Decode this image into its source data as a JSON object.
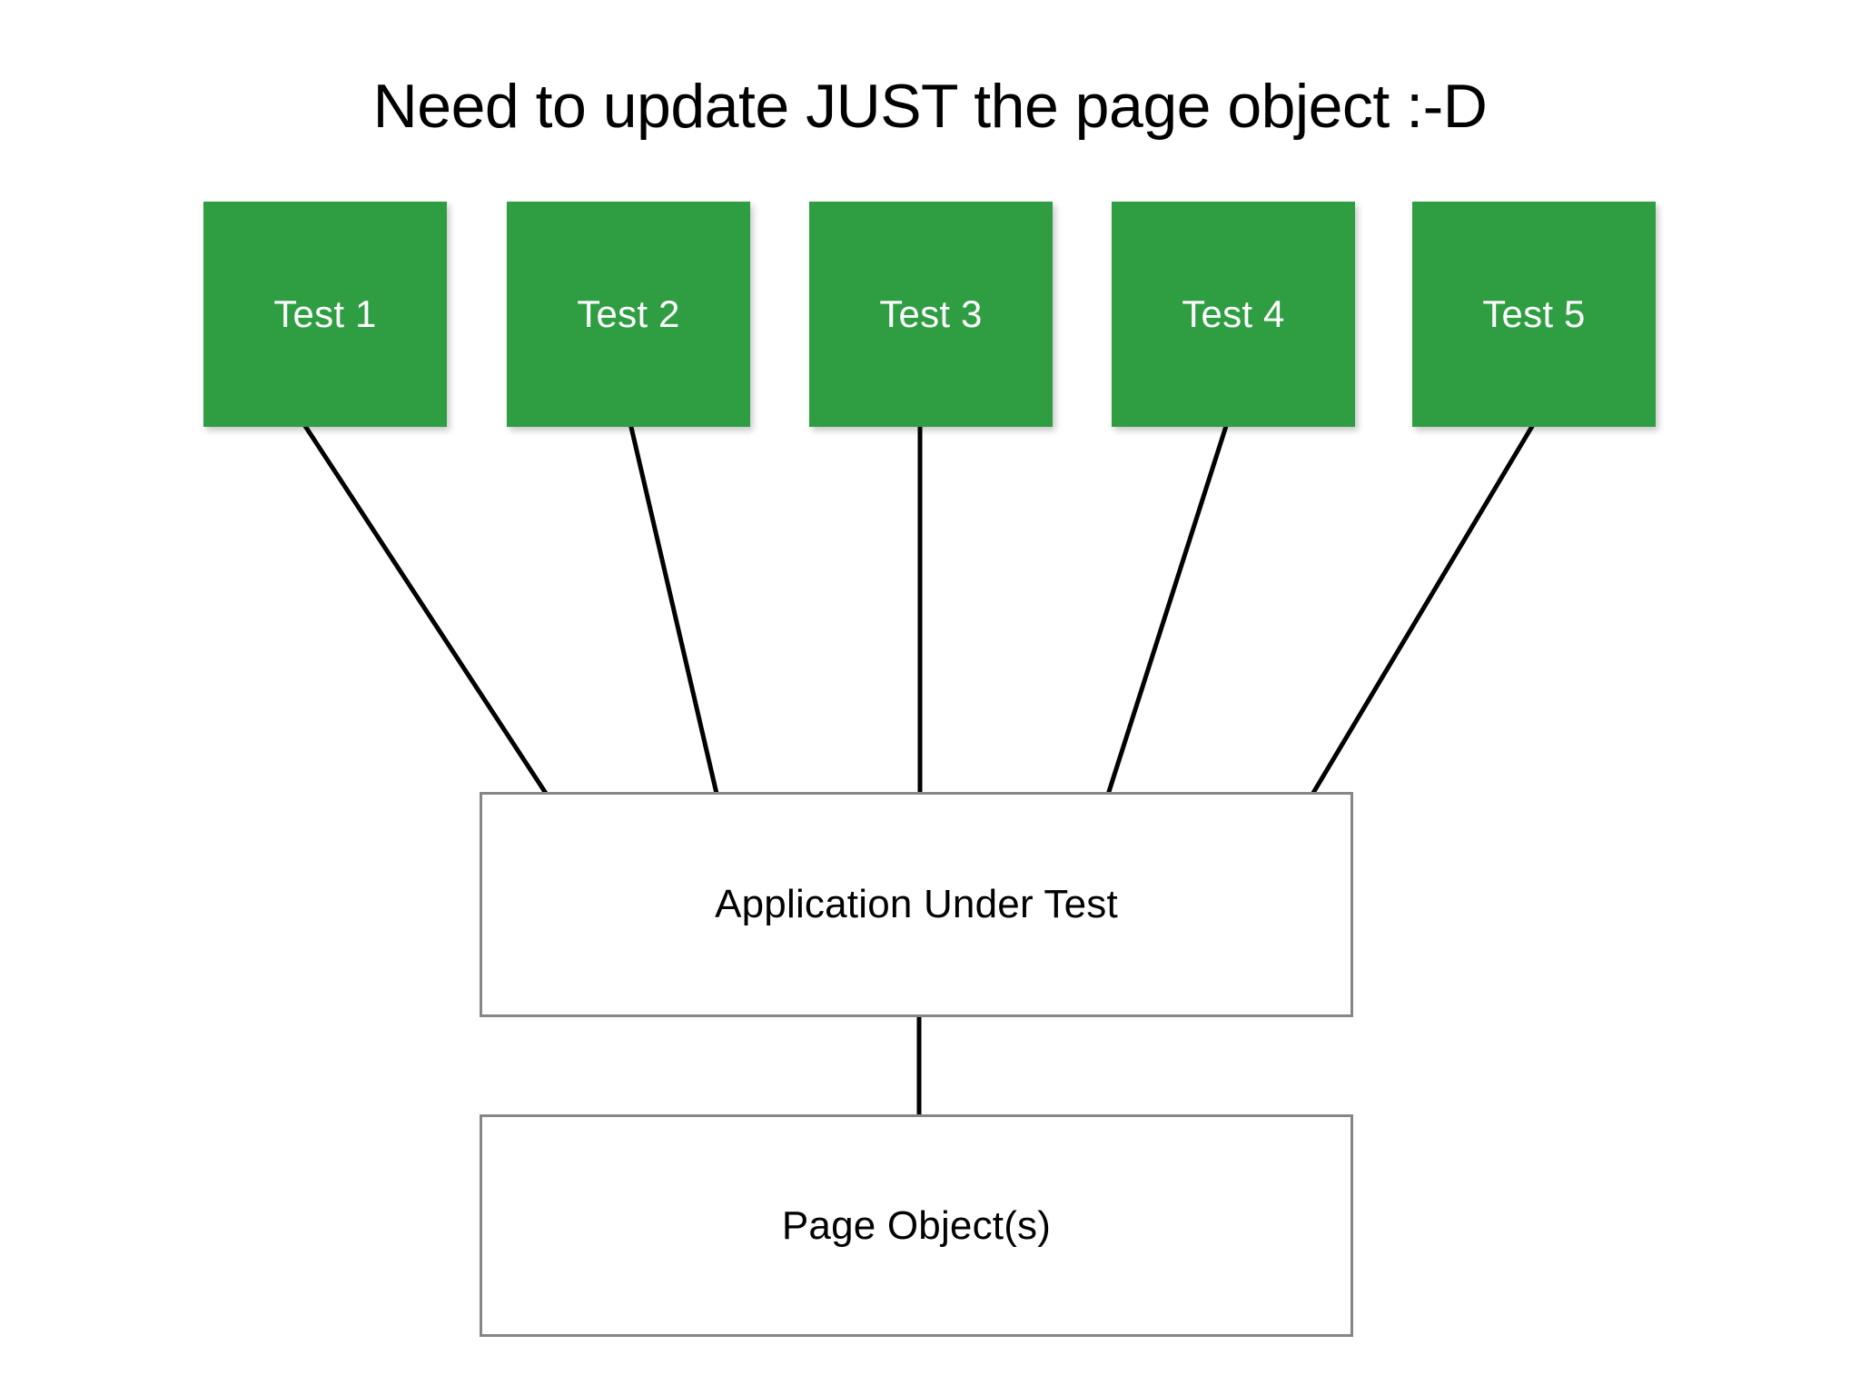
{
  "slide": {
    "title": "Need to update JUST the page object :-D",
    "background_color": "#ffffff"
  },
  "colors": {
    "test_box_fill": "#2f9e42",
    "test_box_text": "#ffffff",
    "plain_box_border": "#868688",
    "plain_box_fill": "#ffffff",
    "connector_stroke": "#000000",
    "title_text": "#000000"
  },
  "diagram": {
    "type": "flow",
    "test_boxes": [
      {
        "label": "Test 1"
      },
      {
        "label": "Test 2"
      },
      {
        "label": "Test 3"
      },
      {
        "label": "Test 4"
      },
      {
        "label": "Test 5"
      }
    ],
    "nodes": {
      "application_under_test": {
        "label": "Application Under Test"
      },
      "page_objects": {
        "label": "Page Object(s)"
      }
    },
    "connections": [
      {
        "from": "Test 1",
        "to": "Application Under Test"
      },
      {
        "from": "Test 2",
        "to": "Application Under Test"
      },
      {
        "from": "Test 3",
        "to": "Application Under Test"
      },
      {
        "from": "Test 4",
        "to": "Application Under Test"
      },
      {
        "from": "Test 5",
        "to": "Application Under Test"
      },
      {
        "from": "Application Under Test",
        "to": "Page Object(s)"
      }
    ]
  }
}
